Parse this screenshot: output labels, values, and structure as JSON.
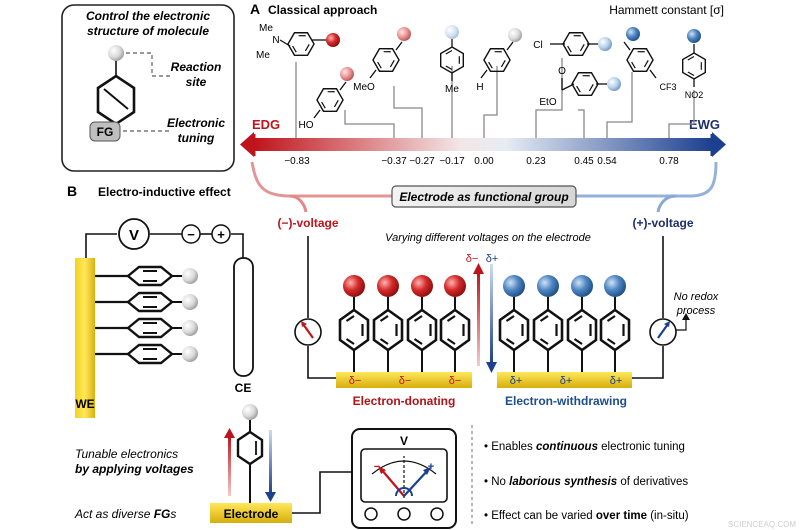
{
  "panel_a": {
    "label": "A",
    "title": "Classical approach",
    "hammett_label": "Hammett constant [σ]",
    "edg": "EDG",
    "ewg": "EWG",
    "sigma_values": [
      "−0.83",
      "−0.37",
      "−0.27",
      "−0.17",
      "0.00",
      "0.23",
      "0.45",
      "0.54",
      "0.78"
    ],
    "substituents": {
      "nme2_me_top": "Me",
      "nme2_n": "N",
      "nme2_me_bottom": "Me",
      "oh": "HO",
      "meo": "MeO",
      "me": "Me",
      "h": "H",
      "cl": "Cl",
      "ester": "EtO",
      "ester_o": "O",
      "cf3": "CF3",
      "no2": "NO2"
    }
  },
  "box": {
    "title_line1": "Control the electronic",
    "title_line2": "structure of molecule",
    "reaction_line1": "Reaction",
    "reaction_line2": "site",
    "tuning_line1": "Electronic",
    "tuning_line2": "tuning",
    "fg": "FG"
  },
  "banner": "Electrode as functional group",
  "panel_b": {
    "label": "B",
    "title": "Electro-inductive effect",
    "voltmeter": "V",
    "minus": "−",
    "plus": "+",
    "we": "WE",
    "ce": "CE",
    "neg_voltage": "(−)-voltage",
    "pos_voltage": "(+)-voltage",
    "varying": "Varying different voltages on the electrode",
    "delta_minus": "δ−",
    "delta_plus": "δ+",
    "no_redox_line1": "No redox",
    "no_redox_line2": "process",
    "donating": "Electron-donating",
    "withdrawing": "Electron-withdrawing",
    "tunable_line1": "Tunable electronics",
    "tunable_line2": "by applying voltages",
    "act_prefix": "Act as diverse ",
    "act_bold": "FG",
    "act_suffix": "s",
    "electrode": "Electrode",
    "meter_label": "V",
    "meter_minus": "−",
    "meter_plus": "+"
  },
  "bullets": [
    {
      "pre": "Enables ",
      "em": "continuous",
      "post": " electronic tuning"
    },
    {
      "pre": "No ",
      "em": "laborious synthesis",
      "post": " of derivatives"
    },
    {
      "pre": "Effect can be varied ",
      "em": "over time",
      "post": " (in-situ)"
    }
  ],
  "watermark": "SCIENCEAQ.COM"
}
